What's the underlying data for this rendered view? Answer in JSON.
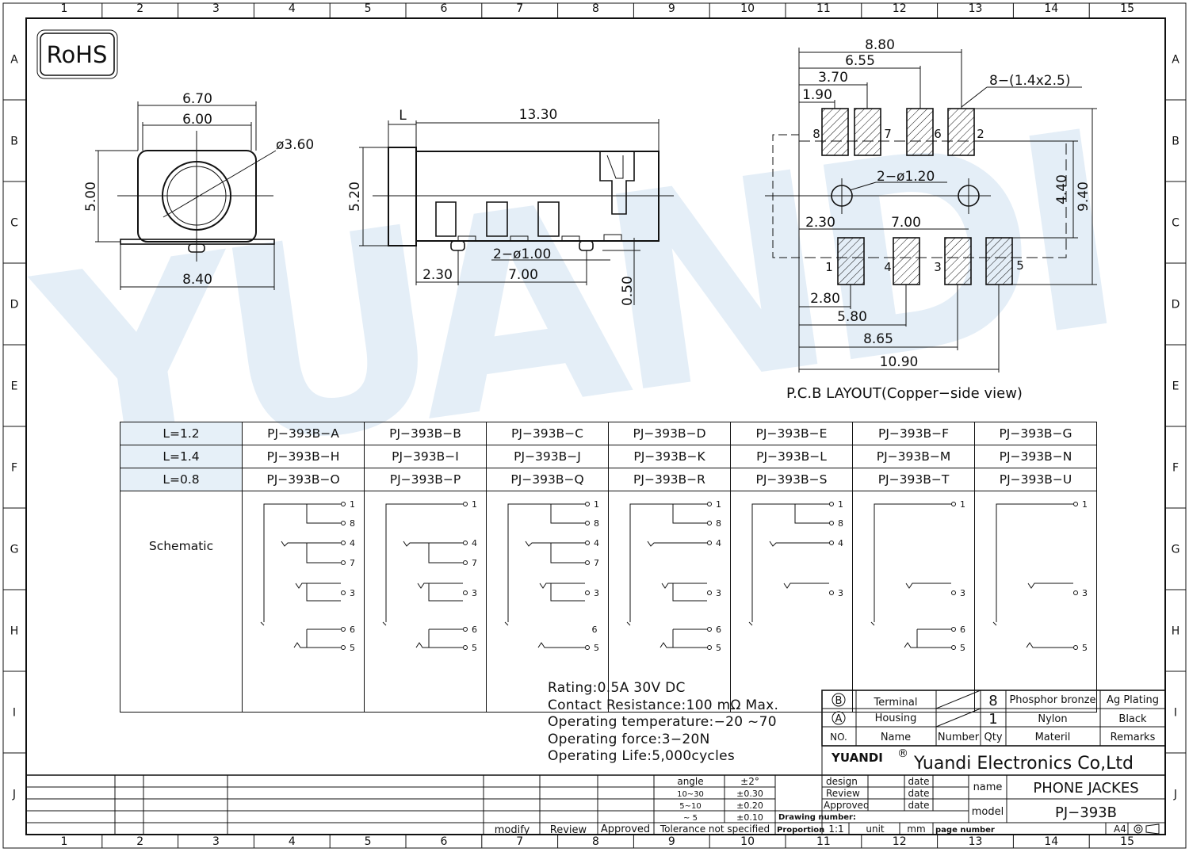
{
  "badge": "RoHS",
  "frame": {
    "cols": [
      "1",
      "2",
      "3",
      "4",
      "5",
      "6",
      "7",
      "8",
      "9",
      "10",
      "11",
      "12",
      "13",
      "14",
      "15"
    ],
    "rows": [
      "A",
      "B",
      "C",
      "D",
      "E",
      "F",
      "G",
      "H",
      "I",
      "J"
    ]
  },
  "watermark": "YUANDI",
  "front_view": {
    "dims": [
      "6.70",
      "6.00",
      "ø3.60",
      "5.00",
      "8.40"
    ]
  },
  "side_view": {
    "dims": [
      "L",
      "13.30",
      "5.20",
      "2−ø1.00",
      "2.30",
      "7.00",
      "0.50"
    ]
  },
  "pcb": {
    "dims": [
      "8.80",
      "6.55",
      "3.70",
      "1.90",
      "8−(1.4x2.5)",
      "2−ø1.20",
      "4.40",
      "9.40",
      "2.30",
      "7.00",
      "2.80",
      "5.80",
      "8.65",
      "10.90"
    ],
    "pins_top": [
      "8",
      "7",
      "6",
      "2"
    ],
    "pins_bottom": [
      "1",
      "4",
      "3",
      "5"
    ],
    "caption": "P.C.B  LAYOUT(Copper−side  view)"
  },
  "variants": {
    "rows": [
      {
        "label": "L=1.2",
        "parts": [
          "PJ−393B−A",
          "PJ−393B−B",
          "PJ−393B−C",
          "PJ−393B−D",
          "PJ−393B−E",
          "PJ−393B−F",
          "PJ−393B−G"
        ]
      },
      {
        "label": "L=1.4",
        "parts": [
          "PJ−393B−H",
          "PJ−393B−I",
          "PJ−393B−J",
          "PJ−393B−K",
          "PJ−393B−L",
          "PJ−393B−M",
          "PJ−393B−N"
        ]
      },
      {
        "label": "L=0.8",
        "parts": [
          "PJ−393B−O",
          "PJ−393B−P",
          "PJ−393B−Q",
          "PJ−393B−R",
          "PJ−393B−S",
          "PJ−393B−T",
          "PJ−393B−U"
        ]
      }
    ],
    "schematic_label": "Schematic",
    "schematics": [
      [
        "1",
        "8",
        "4",
        "7",
        "3",
        "6",
        "5"
      ],
      [
        "1",
        "4",
        "7",
        "3",
        "6",
        "5"
      ],
      [
        "1",
        "8",
        "4",
        "7",
        "3",
        "6",
        "5"
      ],
      [
        "1",
        "8",
        "4",
        "3",
        "6",
        "5"
      ],
      [
        "1",
        "8",
        "4",
        "3"
      ],
      [
        "1",
        "3",
        "6",
        "5"
      ],
      [
        "1",
        "3",
        "5"
      ]
    ]
  },
  "specs": [
    "Rating:0.5A  30V  DC",
    "Contact  Resistance:100  mΩ  Max.",
    "Operating  temperature:−20   ~70",
    "Operating  force:3−20N",
    "Operating  Life:5,000cycles"
  ],
  "materials": {
    "rows": [
      {
        "no": "B",
        "name": "Terminal",
        "qty": "8",
        "material": "Phosphor  bronze",
        "remarks": "Ag  Plating"
      },
      {
        "no": "A",
        "name": "Housing",
        "qty": "1",
        "material": "Nylon",
        "remarks": "Black"
      }
    ],
    "header": {
      "no": "NO.",
      "name": "Name",
      "number": "Number",
      "qty": "Qty",
      "material": "Materil",
      "remarks": "Remarks"
    }
  },
  "company": {
    "logo": "YUANDI",
    "logo_mark": "®",
    "name": "Yuandi  Electronics  Co,Ltd"
  },
  "title_block": {
    "tolerances": [
      {
        "range": "angle",
        "tol": "±2°"
      },
      {
        "range": "10~30",
        "tol": "±0.30"
      },
      {
        "range": "5~10",
        "tol": "±0.20"
      },
      {
        "range": "~ 5",
        "tol": "±0.10"
      }
    ],
    "tol_label": "Tolerance  not  specified",
    "modify": "modify",
    "review": "Review",
    "approved": "Approved",
    "design": "design",
    "review2": "Review",
    "approved2": "Approved",
    "date": "date",
    "drawing_number": "Drawing  number:",
    "proportion": "Proportion",
    "proportion_val": "1:1",
    "unit": "unit",
    "unit_val": "mm",
    "page_number": "page  number",
    "name_label": "name",
    "name_val": "PHONE  JACKES",
    "model_label": "model",
    "model_val": "PJ−393B",
    "size": "A4"
  }
}
